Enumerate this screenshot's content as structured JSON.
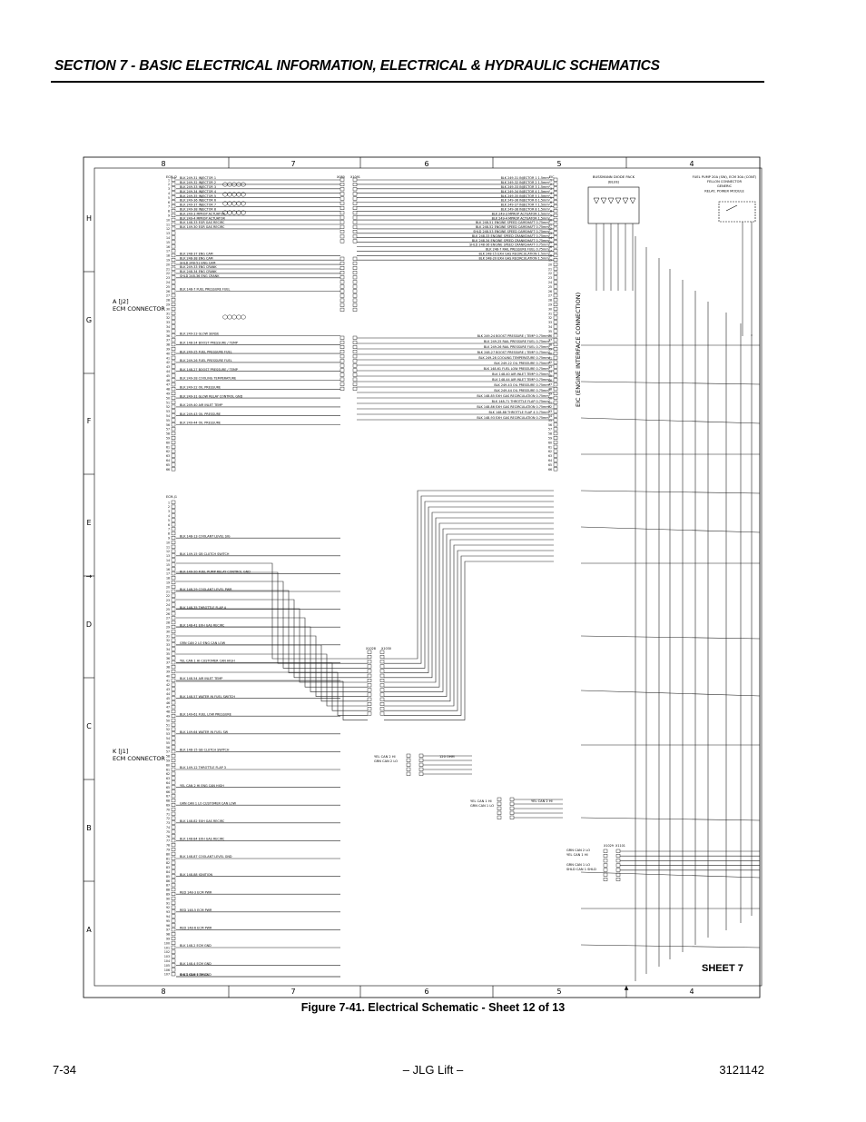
{
  "header": {
    "section_title": "SECTION 7 - BASIC ELECTRICAL INFORMATION, ELECTRICAL & HYDRAULIC SCHEMATICS"
  },
  "figure": {
    "caption": "Figure 7-41.  Electrical Schematic - Sheet 12 of 13"
  },
  "footer": {
    "page": "7-34",
    "brand": "– JLG Lift –",
    "doc": "3121142"
  },
  "schematic": {
    "col_labels": [
      "8",
      "7",
      "6",
      "5",
      "4"
    ],
    "row_labels": [
      "H",
      "G",
      "F",
      "E",
      "D",
      "C",
      "B",
      "A"
    ],
    "ecm_a": "A [J2]\nECM CONNECTOR",
    "ecm_k": "K [J1]\nECM CONNECTOR",
    "eic": "EIC (ENGINE INTERFACE CONNECTION)",
    "sheet": "SHEET 7",
    "busbar_label": "BUSSMANN DIODE PACK\n(BLUE)",
    "relay_label": "FUEL PUMP 20A (SW), ECM 30A (CONT)\nFELLON CONNECTOR\nGENERIC\nRELAY, POWER MODULE",
    "conn_labels_top": [
      "ECM-J2",
      "X080",
      "X1091",
      "EIC"
    ],
    "conn_labels_mid": [
      "X1028",
      "X1030",
      "X1029",
      "X1101"
    ],
    "ecm_j1": "ECM-J1",
    "can_labels": [
      "YEL CAN 2 HI",
      "GRN CAN 2 LO",
      "120 OHM",
      "YEL CAN 1 HI",
      "GRN CAN 1 LO",
      "YEL CAN 2 HI",
      "GRN CAN 2 LO",
      "YEL CAN 1 HI",
      "GRN CAN 1 LO",
      "SHLD CAN 1 SHLD"
    ],
    "left_wires": [
      "BLK 249-31 INJECTOR 1",
      "BLK 249-32 INJECTOR 2",
      "BLK 249-33 INJECTOR 3",
      "BLK 249-34 INJECTOR 4",
      "BLK 249-35 INJECTOR 5",
      "BLK 249-36 INJECTOR 6",
      "BLK 249-37 INJECTOR 7",
      "BLK 249-38 INJECTOR 8",
      "BLK 249-3 MPROP ACTUATOR",
      "BLK 249-4 MPROP ACTUATOR",
      "BLK 148-33 EGR GAS RECIRC",
      "BLK 149-30 EGR GAS RECIRC",
      "BLK 248-37 ENG CAM",
      "BLK 248-38 ENG CAM",
      "SHLD 248-51 ENG CAM",
      "BLK 249-33 ENG CRANK",
      "BLK 248-34 ENG CRANK",
      "SHLD 248-36 ENG CRANK",
      "BLK 148-7 FUEL PRESSURE FUEL",
      "BLK 249-23 GLOW SENSE",
      "BLK 148-24 BOOST PRESSURE / TEMP",
      "BLK 249-25 FUEL PRESSURE FUEL",
      "BLK 249-26 FUEL PRESSURE FUEL",
      "BLK 148-27 BOOST PRESSURE / TEMP",
      "BLK 249-28 COOLING TEMPERATURE",
      "BLK 249-22 OIL PRESSURE",
      "BLK 249-31 GLOW RELAY CONTROL GND",
      "BLK 249-40 AIR INLET TEMP",
      "BLK 249-43 OIL PRESSURE",
      "BLK 249-44 OIL PRESSURE",
      "BLK 148-13 COOLANT LEVEL SIG",
      "BLK 149-15 GB CLUTCH SWITCH",
      "BLK 149-20 FUEL PUMP RELAY CONTROL GND",
      "BLK 148-29 COOLANT LEVEL PWR",
      "BLK 148-35 THROTTLE FLAP 4",
      "BLK 148-41 EXH GAS RECIRC",
      "GRN CAN 2 LO ENG CAN LOW",
      "YEL CAN 1 HI CUSTOMER CAN HIGH",
      "BLK 148-54 AIR INLET TEMP",
      "BLK 148-57 WATER IN FUEL SWITCH",
      "BLK 149-61 FUEL LOW PRESSURE",
      "BLK 149-64 WATER IN FUEL SW",
      "BLK 148-15 GB CLUTCH SWITCH",
      "BLK 149-12 THROTTLE FLAP 3",
      "YEL CAN 2 HI ENG CAN HIGH",
      "GRN CAN 1 LO CUSTOMER CAN LOW",
      "BLK 148-82 EXH GAS RECIRC",
      "BLK 148-84 EXH GAS RECIRC",
      "BLK 148-87 COOLANT LEVEL GND",
      "BLK 148-88 IGNITION",
      "RED 148-3 ECM PWR",
      "RED 148-5 ECM PWR",
      "RED 148-6 ECM PWR",
      "BLK 148-2 ECM GND",
      "BLK 148-4 ECM GND",
      "BLK 148-6 ECM GND",
      "SHLD CAN 1 SHLD"
    ],
    "right_wires": [
      "BLK 249-31 INJECTOR 1 1.5mm²",
      "BLK 249-32 INJECTOR 2 1.5mm²",
      "BLK 249-33 INJECTOR 3 1.5mm²",
      "BLK 249-34 INJECTOR 4 1.5mm²",
      "BLK 249-35 INJECTOR 5 1.5mm²",
      "BLK 249-36 INJECTOR 6 1.5mm²",
      "BLK 249-37 INJECTOR 7 1.5mm²",
      "BLK 249-38 INJECTOR 8 1.5mm²",
      "BLK 249-3 MPROP ACTUATOR 1.5mm²",
      "BLK 249-4 MPROP ACTUATOR 1.5mm²",
      "BLK 248-51 ENGINE SPEED CAMSHAFT 0.75mm²",
      "BLK 248-52 ENGINE SPEED CAMSHAFT 0.75mm²",
      "SHLD 248-53 ENGINE SPEED CAMSHAFT 0.75mm²",
      "BLK 248-33 ENGINE SPEED CRANKSHAFT 0.75mm²",
      "BLK 248-34 ENGINE SPEED CRANKSHAFT 0.75mm²",
      "SHLD 248-36 ENGINE SPEED CRANKSHAFT 0.75mm²",
      "BLK 248-7 RAIL PRESSURE FUEL 0.75mm²",
      "BLK 248-15 EXH GAS RECIRCULATION 1.5mm²",
      "BLK 248-20 EXH GAS RECIRCULATION 1.5mm²",
      "BLK 249-24 BOOST PRESSURE / TEMP 0.75mm²",
      "BLK 249-25 RAIL PRESSURE FUEL 0.75mm²",
      "BLK 249-26 RAIL PRESSURE FUEL 0.75mm²",
      "BLK 248-27 BOOST PRESSURE / TEMP 0.75mm²",
      "BLK 249-28 COOLING TEMPERATURE 0.75mm²",
      "BLK 249-22 OIL PRESSURE 0.75mm²",
      "BLK 148-61 FUEL LOW PRESSURE 0.75mm²",
      "BLK 148-40 AIR INLET TEMP 0.75mm²",
      "BLK 148-44 AIR INLET TEMP 0.75mm²",
      "BLK 249-43 OIL PRESSURE 0.75mm²",
      "BLK 249-44 OIL PRESSURE 0.75mm²",
      "BLK 148-85 EXH GAS RECIRCULATION 0.75mm²",
      "BLK 148-71 THROTTLE FLAP 0.75mm²",
      "BLK 148-86 EXH GAS RECIRCULATION 0.75mm²",
      "BLK 148-88 THROTTLE FLAP 4 0.75mm²",
      "BLK 148-93 EXH GAS RECIRCULATION 0.75mm²"
    ]
  }
}
